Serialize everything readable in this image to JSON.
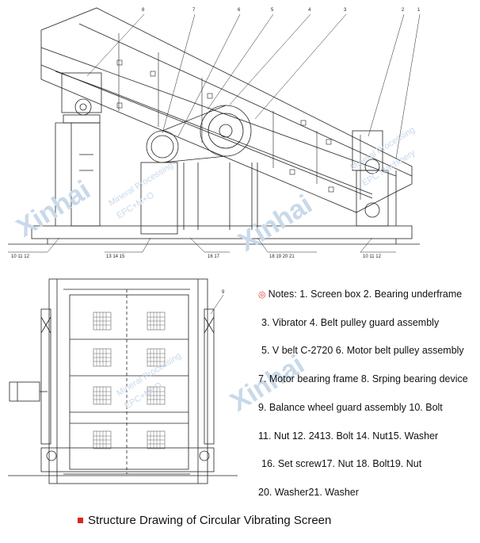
{
  "diagram": {
    "top_callouts": [
      "8",
      "7",
      "6",
      "5",
      "4",
      "3",
      "2",
      "1"
    ],
    "bottom_callout_groups": [
      "10  11  12",
      "13  14  15",
      "16  17",
      "18  19  20  21",
      "10  11  12"
    ],
    "side_callout": "9",
    "watermarks": [
      "Xinhai",
      "Mineral Processing",
      "EPC+M+O",
      "Xinhai",
      "Mineral Processing",
      "EPC+M+O",
      "Xinhai",
      "Mineral Processing",
      "EPC Machinery"
    ]
  },
  "notes": {
    "lines": [
      "Notes: 1. Screen box   2. Bearing underframe",
      "3. Vibrator 4. Belt pulley guard assembly",
      "5. V belt C-2720 6. Motor belt pulley assembly",
      "7. Motor bearing frame 8. Srping bearing device",
      "9. Balance wheel guard assembly 10. Bolt",
      "11. Nut 12. 2413. Bolt 14. Nut15. Washer",
      "16. Set screw17. Nut 18. Bolt19. Nut",
      "20. Washer21. Washer"
    ]
  },
  "caption": "Structure Drawing of Circular Vibrating Screen",
  "colors": {
    "line": "#222222",
    "watermark": "#c8d9ea",
    "accent": "#d8261e"
  }
}
